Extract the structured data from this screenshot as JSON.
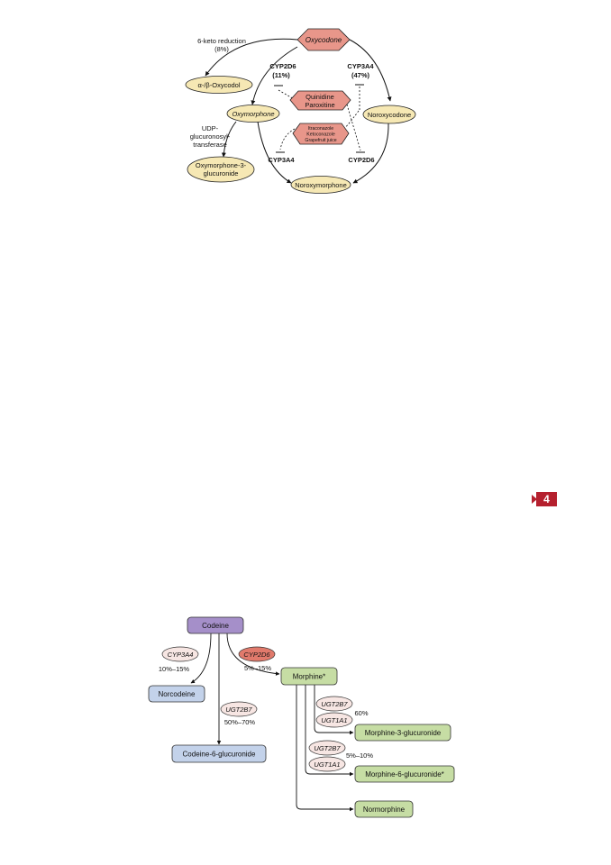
{
  "oxycodone_diagram": {
    "nodes": {
      "oxycodone": "Oxycodone",
      "oxycodol": "α-/β-Oxycodol",
      "oxymorphone": "Oxymorphone",
      "noroxycodone": "Noroxycodone",
      "oxymorphone_glucuronide_line1": "Oxymorphone-3-",
      "oxymorphone_glucuronide_line2": "glucuronide",
      "noroxymorphone": "Noroxymorphone"
    },
    "labels": {
      "keto_line1": "6-keto reduction",
      "keto_line2": "(8%)",
      "cyp2d6_top": "CYP2D6",
      "cyp2d6_top_pct": "(11%)",
      "cyp3a4_top": "CYP3A4",
      "cyp3a4_top_pct": "(47%)",
      "ugt_line1": "UDP-",
      "ugt_line2": "glucuronosyl-",
      "ugt_line3": "transferase",
      "cyp3a4_bottom": "CYP3A4",
      "cyp2d6_bottom": "CYP2D6"
    },
    "inhibitors": {
      "quinidine": "Quinidine",
      "paroxitine": "Paroxitine",
      "itraconazole": "Itraconazole",
      "ketoconazole": "Ketoconazole",
      "grapefruit": "Grapefruit juice"
    }
  },
  "badge": {
    "number": "4"
  },
  "codeine_diagram": {
    "nodes": {
      "codeine": "Codeine",
      "norcodeine": "Norcodeine",
      "morphine": "Morphine*",
      "codeine_glucuronide": "Codeine-6-glucuronide",
      "m3g": "Morphine-3-glucuronide",
      "m6g": "Morphine-6-glucuronide*",
      "normorphine": "Normorphine"
    },
    "enzymes": {
      "cyp3a4": "CYP3A4",
      "cyp2d6": "CYP2D6",
      "ugt2b7_a": "UGT2B7",
      "ugt2b7_b": "UGT2B7",
      "ugt1a1_b": "UGT1A1",
      "ugt2b7_c": "UGT2B7",
      "ugt1a1_c": "UGT1A1"
    },
    "percents": {
      "cyp3a4": "10%–15%",
      "cyp2d6": "5%–15%",
      "ugt2b7_a": "50%–70%",
      "m3g": "60%",
      "m6g": "5%–10%"
    }
  },
  "colors": {
    "oxy_node": "#f6e8b4",
    "inhibitor": "#e8968a",
    "codeine": "#a58fc9",
    "blue_node": "#c3d2ea",
    "green_node": "#c6dda4",
    "enzyme_oval": "#f7e6e3",
    "cyp2d6_oval": "#e17a6c"
  }
}
